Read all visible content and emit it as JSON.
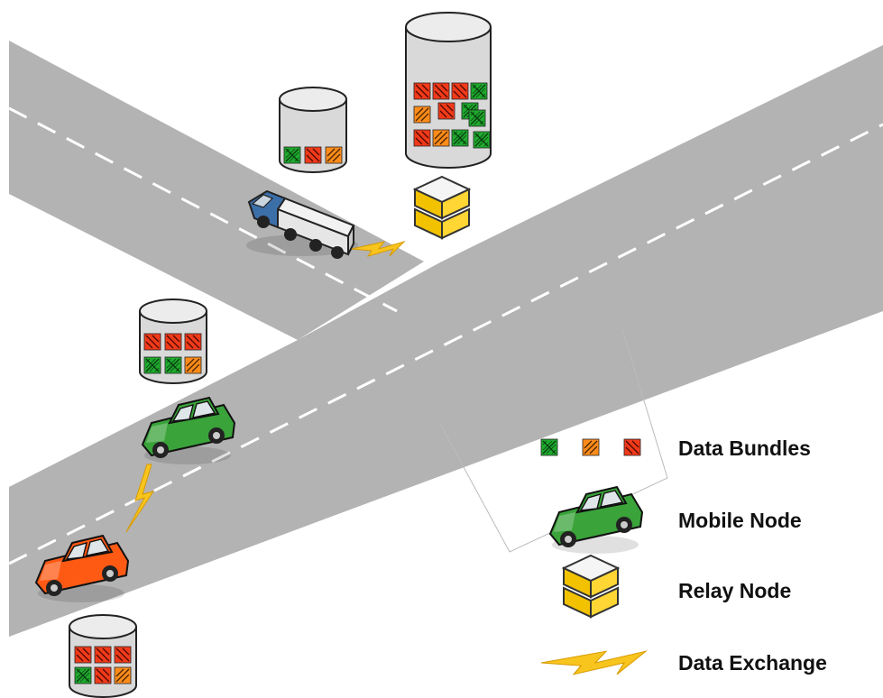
{
  "legend": {
    "items": [
      {
        "label": "Data Bundles",
        "icon": "data-bundle-icons"
      },
      {
        "label": "Mobile Node",
        "icon": "green-car-icon"
      },
      {
        "label": "Relay Node",
        "icon": "relay-box-icon"
      },
      {
        "label": "Data Exchange",
        "icon": "lightning-bolt-icon"
      }
    ]
  },
  "colors": {
    "road": "#b3b3b3",
    "lane_dash": "#ffffff",
    "bundle_green": "#1faa2e",
    "bundle_orange": "#ff8c1a",
    "bundle_red": "#f23a1a",
    "relay": "#f2c200",
    "bolt": "#f7c51e",
    "mobile_node": "#3aa33a",
    "car_orange": "#ff5a14",
    "truck_cab": "#3c6fa8"
  }
}
